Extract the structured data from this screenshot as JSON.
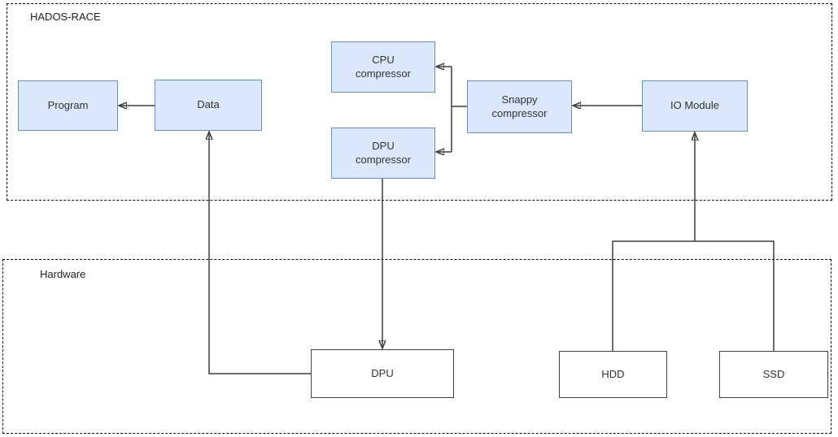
{
  "diagram": {
    "containers": [
      {
        "id": "hados-race",
        "label": "HADOS-RACE"
      },
      {
        "id": "hardware",
        "label": "Hardware"
      }
    ],
    "nodes": [
      {
        "id": "program",
        "label": "Program",
        "container": "hados-race",
        "style": "blue"
      },
      {
        "id": "data",
        "label": "Data",
        "container": "hados-race",
        "style": "blue"
      },
      {
        "id": "cpu-compressor",
        "label": "CPU compressor",
        "container": "hados-race",
        "style": "blue"
      },
      {
        "id": "dpu-compressor",
        "label": "DPU compressor",
        "container": "hados-race",
        "style": "blue"
      },
      {
        "id": "snappy-compressor",
        "label": "Snappy compressor",
        "container": "hados-race",
        "style": "blue"
      },
      {
        "id": "io-module",
        "label": "IO Module",
        "container": "hados-race",
        "style": "blue"
      },
      {
        "id": "dpu",
        "label": "DPU",
        "container": "hardware",
        "style": "white"
      },
      {
        "id": "hdd",
        "label": "HDD",
        "container": "hardware",
        "style": "white"
      },
      {
        "id": "ssd",
        "label": "SSD",
        "container": "hardware",
        "style": "white"
      }
    ],
    "edges": [
      {
        "from": "data",
        "to": "program"
      },
      {
        "from": "io-module",
        "to": "snappy-compressor"
      },
      {
        "from": "snappy-compressor",
        "to": "cpu-compressor"
      },
      {
        "from": "snappy-compressor",
        "to": "dpu-compressor"
      },
      {
        "from": "dpu-compressor",
        "to": "dpu"
      },
      {
        "from": "dpu",
        "to": "data"
      },
      {
        "from": "hdd",
        "to": "io-module"
      },
      {
        "from": "ssd",
        "to": "io-module"
      }
    ],
    "colors": {
      "node_fill": "#dae8fc",
      "node_border": "#6c8ebf",
      "hardware_node_border": "#424242",
      "container_border": "#000000",
      "edge": "#3d3d3d",
      "text": "#333333"
    }
  }
}
